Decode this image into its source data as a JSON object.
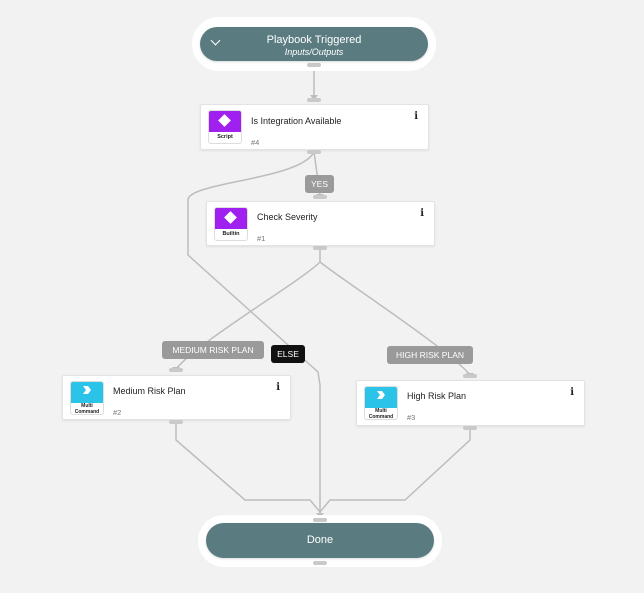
{
  "colors": {
    "pill": "#5a7c80",
    "script_purple": "#a020f0",
    "multi_cyan": "#2cc3e8",
    "edge": "#bdbdbd",
    "condition_label": "#9a9a9a",
    "else_label": "#111111"
  },
  "start": {
    "title": "Playbook Triggered",
    "subtitle": "Inputs/Outputs",
    "icon": "chevron-down-icon"
  },
  "tasks": {
    "integration": {
      "name": "Is Integration Available",
      "number": "#4",
      "badge": "Script",
      "icon": "diamond-icon"
    },
    "severity": {
      "name": "Check Severity",
      "number": "#1",
      "badge": "Builtin",
      "icon": "diamond-icon"
    },
    "medium": {
      "name": "Medium Risk Plan",
      "number": "#2",
      "badge_line1": "Multi",
      "badge_line2": "Command",
      "icon": "chevron-right-icon"
    },
    "high": {
      "name": "High Risk Plan",
      "number": "#3",
      "badge_line1": "Multi",
      "badge_line2": "Command",
      "icon": "chevron-right-icon"
    }
  },
  "info_glyph": "i",
  "labels": {
    "yes": "YES",
    "medium": "MEDIUM RISK PLAN",
    "else": "ELSE",
    "high": "HIGH RISK PLAN"
  },
  "end": {
    "title": "Done"
  }
}
